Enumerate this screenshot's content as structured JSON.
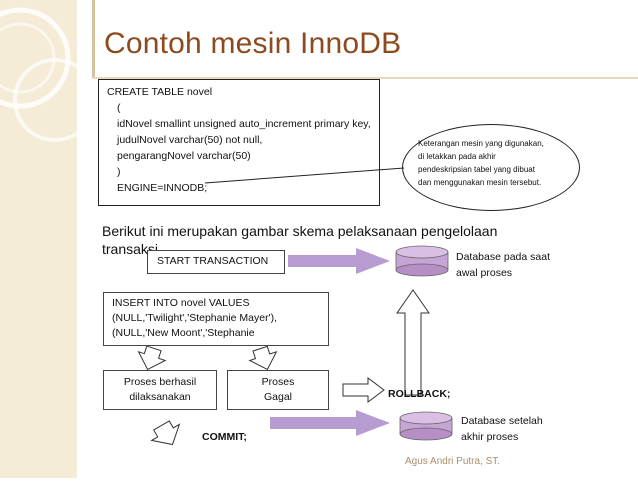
{
  "title": "Contoh mesin InnoDB",
  "sql": {
    "lines": [
      "CREATE TABLE novel",
      "(",
      "idNovel smallint unsigned auto_increment primary key,",
      "judulNovel varchar(50) not null,",
      "pengarangNovel varchar(50)",
      ")",
      "ENGINE=INNODB;"
    ]
  },
  "note": {
    "lines": [
      "Keterangan mesin yang digunakan,",
      "di       letakkan      pada       akhir",
      "pendeskripsian  tabel  yang  dibuat",
      "dan menggunakan mesin tersebut."
    ]
  },
  "caption": {
    "line1": "Berikut ini merupakan gambar skema pelaksanaan pengelolaan",
    "line2": "transaksi"
  },
  "diagram": {
    "start_label": "START TRANSACTION",
    "insert_lines": [
      "INSERT INTO novel VALUES",
      "(NULL,'Twilight','Stephanie Mayer'),",
      "(NULL,'New                  Moont','Stephanie"
    ],
    "success_lines": [
      "Proses berhasil",
      "dilaksanakan"
    ],
    "fail_lines": [
      "Proses",
      "Gagal"
    ],
    "rollback_label": "ROLLBACK;",
    "commit_label": "COMMIT;",
    "db_start_lines": [
      "Database  pada  saat",
      "awal proses"
    ],
    "db_end_lines": [
      "Database        setelah",
      "akhir proses"
    ]
  },
  "footer": "Agus Andri Putra, ST.",
  "colors": {
    "title": "#8c4a1f",
    "accent_purple": "#b69cd0",
    "cylinder": "#c7a4d6",
    "band": "#f4ecd6"
  }
}
